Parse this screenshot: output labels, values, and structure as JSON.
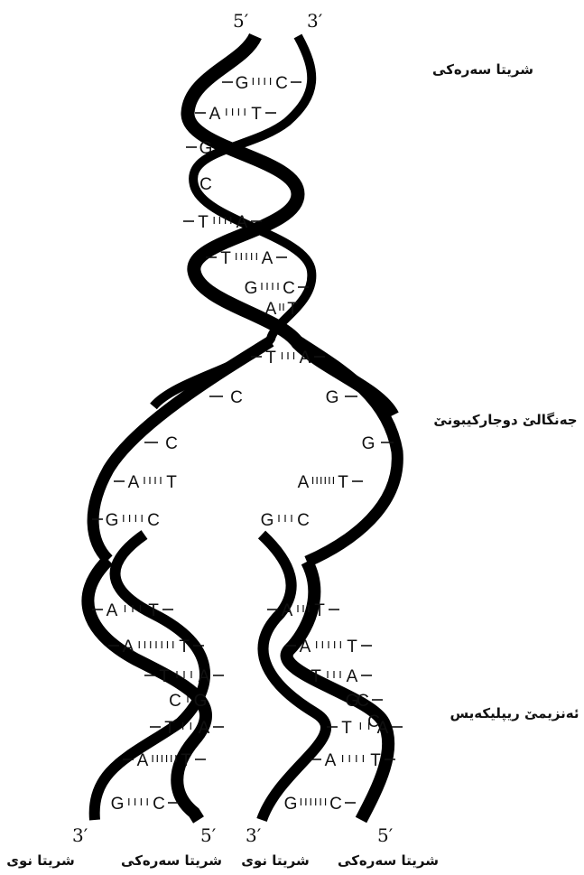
{
  "labels": {
    "parent_strands": "شریتا سەرەکی",
    "replication_fork": "جەنگالێ دوجارکیبونێ",
    "replication_enzyme": "ئەنزیمێ ریپلیکەیس",
    "new_strand_1": "شریتا نوی",
    "parent_strand_1": "شریتا سەرەکی",
    "new_strand_2": "شریتا نوی",
    "parent_strand_2": "شریتا سەرەکی"
  },
  "ends": {
    "top_left": "5′",
    "top_right": "3′",
    "bottom_left_1": "3′",
    "bottom_right_1": "5′",
    "bottom_left_2": "3′",
    "bottom_right_2": "5′"
  },
  "parental_pairs": [
    {
      "left": "G",
      "right": "C"
    },
    {
      "left": "A",
      "right": "T"
    },
    {
      "left": "G",
      "right": ""
    },
    {
      "left": "C",
      "right": ""
    },
    {
      "left": "T",
      "right": "A"
    },
    {
      "left": "T",
      "right": "A"
    },
    {
      "left": "G",
      "right": "C"
    },
    {
      "left": "A",
      "right": "T"
    },
    {
      "left": "T",
      "right": "A"
    }
  ],
  "fork_left_bases": [
    "C",
    "C"
  ],
  "fork_right_bases": [
    "G",
    "G"
  ],
  "left_daughter_pairs": [
    {
      "left": "A",
      "right": "T"
    },
    {
      "left": "G",
      "right": "C"
    },
    {
      "left": "A",
      "right": "T"
    },
    {
      "left": "A",
      "right": "T"
    },
    {
      "left": "T",
      "right": "A"
    },
    {
      "left": "C",
      "right": "G"
    },
    {
      "left": "T",
      "right": "A"
    },
    {
      "left": "A",
      "right": "T"
    },
    {
      "left": "G",
      "right": "C"
    }
  ],
  "right_daughter_pairs": [
    {
      "left": "A",
      "right": "T"
    },
    {
      "left": "G",
      "right": "C"
    },
    {
      "left": "A",
      "right": "T"
    },
    {
      "left": "A",
      "right": "T"
    },
    {
      "left": "T",
      "right": "A"
    },
    {
      "left": "G",
      "right": "C"
    },
    {
      "left": "C",
      "right": ""
    },
    {
      "left": "T",
      "right": "A"
    },
    {
      "left": "A",
      "right": "T"
    },
    {
      "left": "G",
      "right": "C"
    }
  ]
}
